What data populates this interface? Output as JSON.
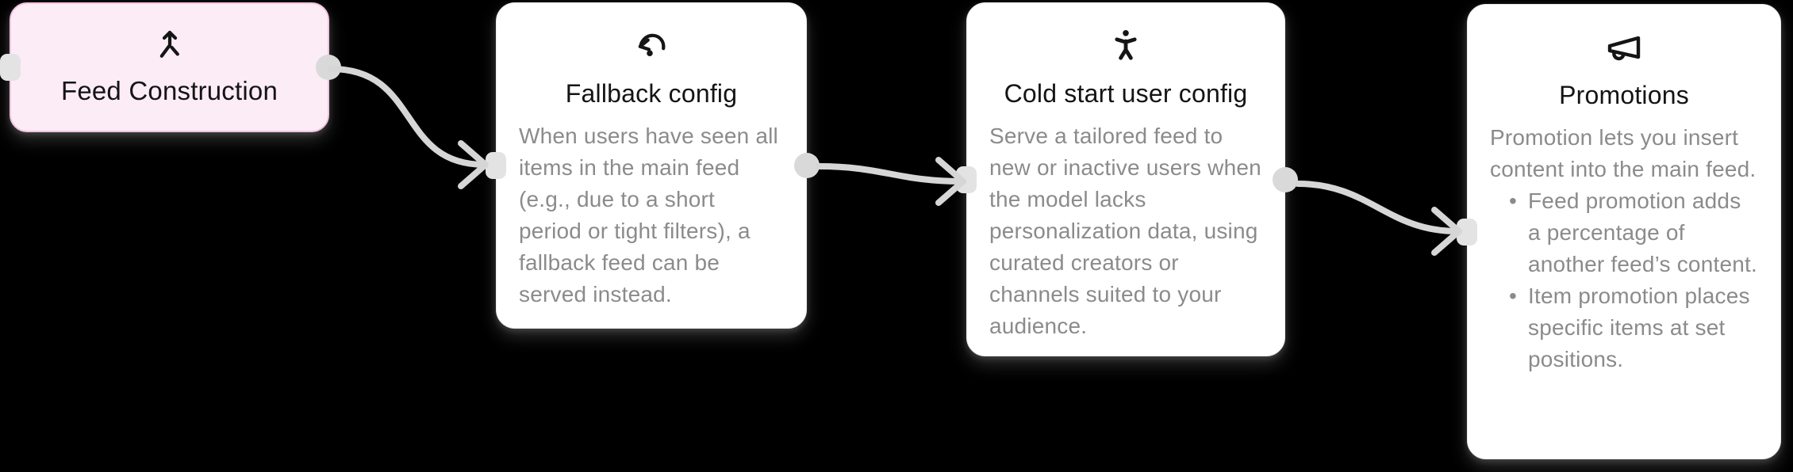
{
  "canvas": {
    "background": "#000000",
    "type": "node-flow-diagram"
  },
  "colors": {
    "edge": "#d6d6d6",
    "handle_rect": "#e3e3e3",
    "handle_circle": "#d9d9d9",
    "node_background": "#ffffff",
    "highlight_node_background": "#fcecf6",
    "highlight_node_border": "#f3c4e1",
    "title_text": "#141414",
    "body_text": "#8b8b8b",
    "icon": "#151515"
  },
  "nodes": [
    {
      "title": "Feed Construction",
      "icon": "merge-arrow-icon",
      "variant": "highlighted-pink"
    },
    {
      "title": "Fallback config",
      "icon": "undo-dot-icon",
      "body": "When users have seen all items in the main feed (e.g., due to a short period or tight filters), a fallback feed can be served instead."
    },
    {
      "title": "Cold start user config",
      "icon": "accessibility-person-icon",
      "body": "Serve a tailored feed to new or inactive users when the model lacks personalization data, using curated creators or channels suited to your audience."
    },
    {
      "title": "Promotions",
      "icon": "megaphone-icon",
      "body": "Promotion lets you insert content into the main feed.",
      "bullets": [
        "Feed promotion adds a percentage of another feed’s content.",
        "Item promotion places specific items at set positions."
      ]
    }
  ],
  "edges": [
    {
      "from": "Feed Construction",
      "to": "Fallback config"
    },
    {
      "from": "Fallback config",
      "to": "Cold start user config"
    },
    {
      "from": "Cold start user config",
      "to": "Promotions"
    }
  ]
}
